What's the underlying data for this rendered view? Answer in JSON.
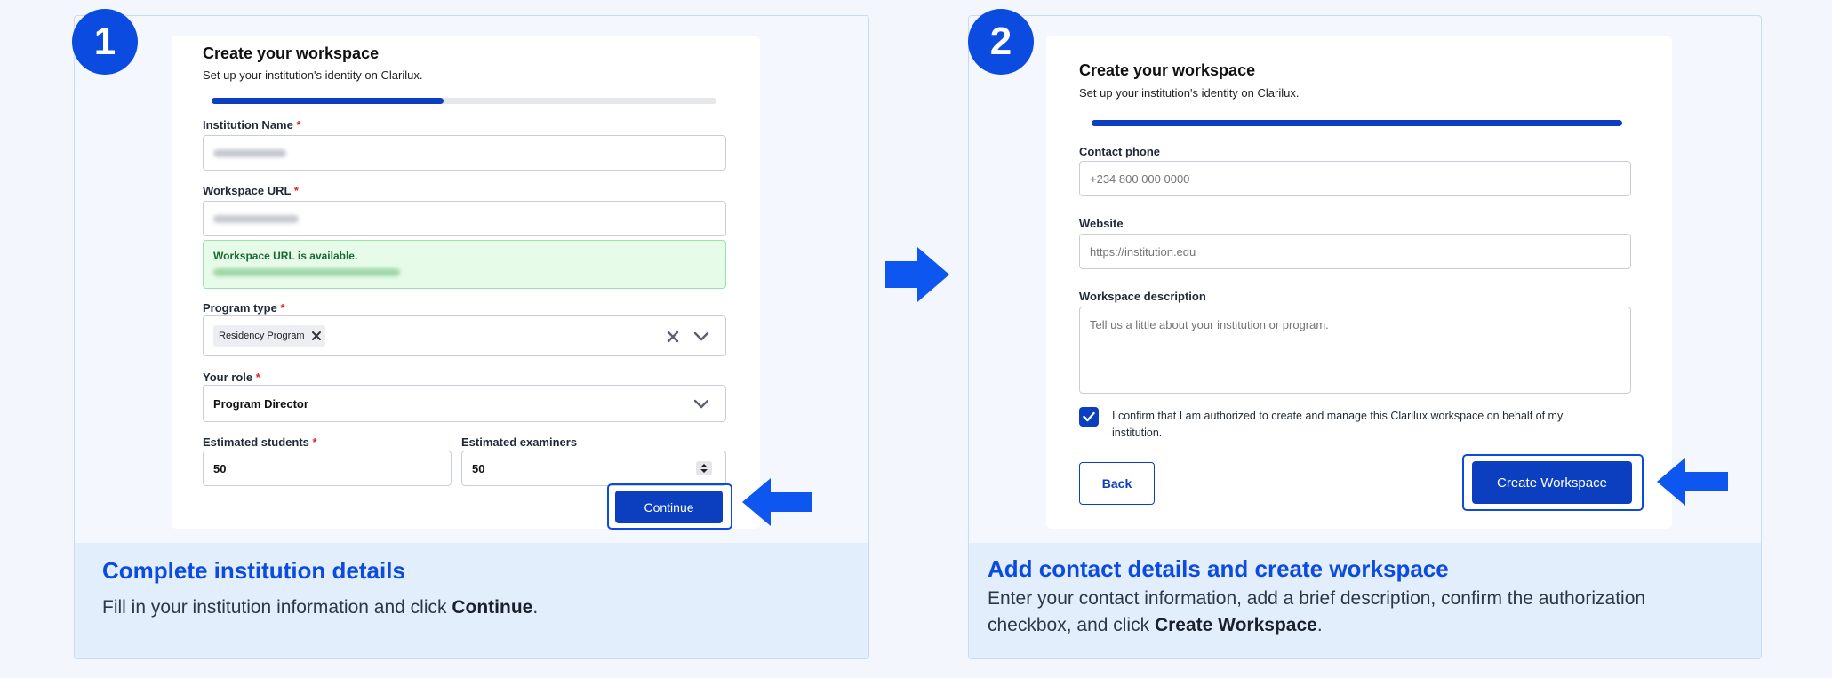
{
  "steps": [
    {
      "number": "1",
      "card_title": "Create your workspace",
      "card_subtitle": "Set up your institution's identity on Clarilux.",
      "progress": 0.46,
      "fields": {
        "institution_name_label": "Institution Name",
        "workspace_url_label": "Workspace URL",
        "url_available_text": "Workspace URL is available.",
        "program_type_label": "Program type",
        "program_type_chip": "Residency Program",
        "role_label": "Your role",
        "role_value": "Program Director",
        "students_label": "Estimated students",
        "students_value": "50",
        "examiners_label": "Estimated examiners",
        "examiners_value": "50",
        "required_marker": "*"
      },
      "continue_label": "Continue",
      "footer_title": "Complete institution details",
      "footer_desc_pre": "Fill in your institution information and click ",
      "footer_desc_bold": "Continue",
      "footer_desc_post": "."
    },
    {
      "number": "2",
      "card_title": "Create your workspace",
      "card_subtitle": "Set up your institution's identity on Clarilux.",
      "progress": 1.0,
      "fields": {
        "phone_label": "Contact phone",
        "phone_placeholder": "+234 800 000 0000",
        "website_label": "Website",
        "website_placeholder": "https://institution.edu",
        "description_label": "Workspace description",
        "description_placeholder": "Tell us a little about your institution or program.",
        "confirm_line1": "I confirm that I am authorized to create and manage this Clarilux workspace on behalf of my",
        "confirm_line2": "institution."
      },
      "back_label": "Back",
      "create_label": "Create Workspace",
      "footer_title": "Add contact details and create workspace",
      "footer_desc_line1": "Enter your contact information, add a brief description, confirm the authorization",
      "footer_desc_line2_pre": "checkbox, and click ",
      "footer_desc_bold": "Create Workspace",
      "footer_desc_post": "."
    }
  ],
  "colors": {
    "accent": "#0b4be0",
    "primary_button": "#0b3fbf",
    "success_bg": "#e7fbe9",
    "success_text": "#166b2d"
  },
  "icons": [
    "arrow-right-icon",
    "arrow-left-icon",
    "close-icon",
    "chevron-down-icon",
    "spinner-arrows-icon",
    "checkmark-icon"
  ]
}
